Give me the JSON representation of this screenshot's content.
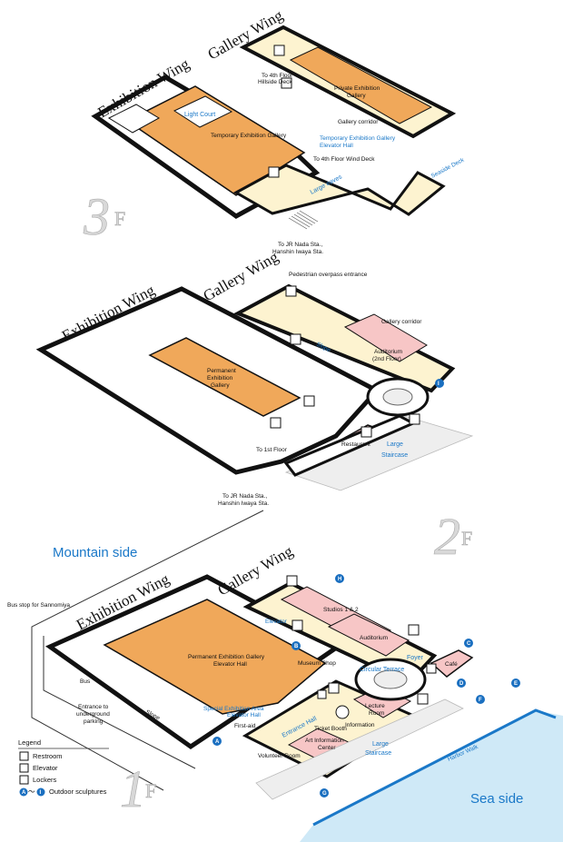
{
  "floors": {
    "f3": {
      "label_num": "3",
      "label_f": "F",
      "wings": {
        "exhibition": "Exhibition Wing",
        "gallery": "Gallery Wing"
      },
      "rooms": {
        "light_court": "Light Court",
        "temporary_gallery": "Temporary Exhibition Gallery",
        "temp_elevator_hall_1": "Temporary Exhibition Gallery",
        "temp_elevator_hall_2": "Elevator Hall",
        "private_gallery_1": "Private Exhibition",
        "private_gallery_2": "Gallery",
        "gallery_corridor": "Gallery corridor",
        "to_hillside_1": "To 4th Floor",
        "to_hillside_2": "Hillside Deck",
        "to_wind_deck": "To 4th Floor Wind Deck",
        "large_eaves": "Large eaves",
        "seaside_deck": "Seaside Deck"
      }
    },
    "f2": {
      "label_num": "2",
      "label_f": "F",
      "wings": {
        "exhibition": "Exhibition Wing",
        "gallery": "Gallery Wing"
      },
      "rooms": {
        "to_jr_1": "To JR Nada Sta.,",
        "to_jr_2": "Hanshin Iwaya Sta.",
        "pedestrian": "Pedestrian overpass entrance",
        "gallery_corridor": "Gallery corridor",
        "slope": "Slope",
        "auditorium_1": "Auditorium",
        "auditorium_2": "(2nd Floor)",
        "permanent_1": "Permanent",
        "permanent_2": "Exhibition",
        "permanent_3": "Gallery",
        "to_1st": "To 1st Floor",
        "restaurant": "Restaurant",
        "large_staircase_1": "Large",
        "large_staircase_2": "Staircase",
        "marker_i": "I"
      }
    },
    "f1": {
      "label_num": "1",
      "label_f": "F",
      "wings": {
        "exhibition": "Exhibition Wing",
        "gallery": "Gallery Wing"
      },
      "rooms": {
        "to_jr_1": "To JR Nada Sta.,",
        "to_jr_2": "Hanshin Iwaya Sta.",
        "mountain_side": "Mountain side",
        "sea_side": "Sea side",
        "bus_stop": "Bus stop for Sannomiya",
        "bus": "Bus",
        "entrance_1": "Entrance to",
        "entrance_2": "underground",
        "entrance_3": "parking",
        "permanent_1": "Permanent Exhibition Gallery",
        "permanent_2": "Elevator Hall",
        "museum_shop": "Museum Shop",
        "special_1": "Special Exhibition Area",
        "special_2": "Elevator Hall",
        "first_aid": "First-aid",
        "entrance_hall": "Entrance Hall",
        "ticket_booth": "Ticket Booth",
        "information": "Information",
        "art_info_1": "Art Information",
        "art_info_2": "Center",
        "volunteer": "Volunteer Room",
        "lecture_1": "Lecture",
        "lecture_2": "Room",
        "circular_terrace": "Circular Terrace",
        "foyer": "Foyer",
        "cafe": "Café",
        "studios": "Studios 1 & 2",
        "auditorium": "Auditorium",
        "elevator": "Elevator",
        "large_staircase_1": "Large",
        "large_staircase_2": "Staircase",
        "harbor_walk": "Harbor Walk",
        "slope": "Slope",
        "markers": [
          "A",
          "B",
          "C",
          "D",
          "E",
          "F",
          "G",
          "H"
        ]
      }
    }
  },
  "legend": {
    "title": "Legend",
    "restroom": "Restroom",
    "elevator": "Elevator",
    "lockers": "Lockers",
    "sculptures": "Outdoor sculptures",
    "range_a": "A",
    "range_tilde": "〜",
    "range_i": "I"
  },
  "colors": {
    "gallery_orange": "#f0a85a",
    "pink": "#f7c6c6",
    "cream": "#fdf3d0",
    "blue": "#1a78c8",
    "sea": "#9fd4f0"
  }
}
